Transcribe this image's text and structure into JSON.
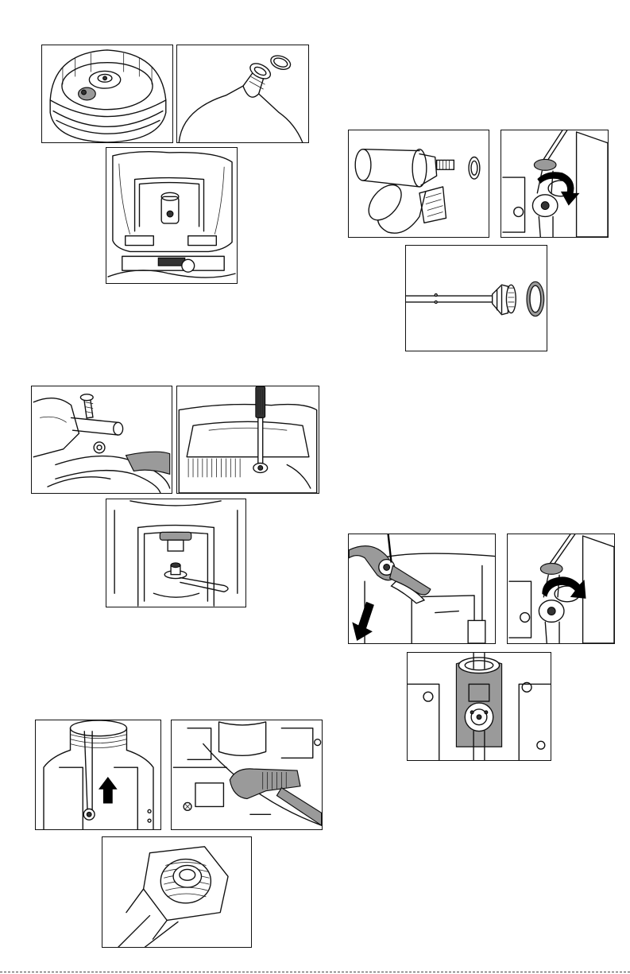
{
  "page": {
    "figures": [
      {
        "id": "fig-cap-with-valve",
        "icon": "bottle-cap-with-check-valve"
      },
      {
        "id": "fig-bottle-neck-gasket",
        "icon": "bottle-neck-and-gasket"
      },
      {
        "id": "fig-cart-frame-installed",
        "icon": "cart-frame-with-bottle-holder"
      },
      {
        "id": "fig-filter-housing",
        "icon": "filter-housing-and-washer"
      },
      {
        "id": "fig-valve-rotate",
        "icon": "valve-rotate-arrow"
      },
      {
        "id": "fig-pickup-tube",
        "icon": "pickup-tube-and-washer"
      },
      {
        "id": "fig-hose-bolt",
        "icon": "hose-and-bolt"
      },
      {
        "id": "fig-screwdriver-deck",
        "icon": "screwdriver-on-deck"
      },
      {
        "id": "fig-bracket-clip",
        "icon": "bracket-clip"
      },
      {
        "id": "fig-pliers-pull",
        "icon": "pliers-pull-down-arrow"
      },
      {
        "id": "fig-valve-rotate-2",
        "icon": "valve-rotate-arrow"
      },
      {
        "id": "fig-valve-assembly",
        "icon": "valve-assembly-shaded"
      },
      {
        "id": "fig-tank-lift",
        "icon": "tank-tube-up-arrow"
      },
      {
        "id": "fig-wrench",
        "icon": "adjustable-wrench"
      },
      {
        "id": "fig-fitting-closeup",
        "icon": "threaded-fitting-closeup"
      }
    ]
  }
}
